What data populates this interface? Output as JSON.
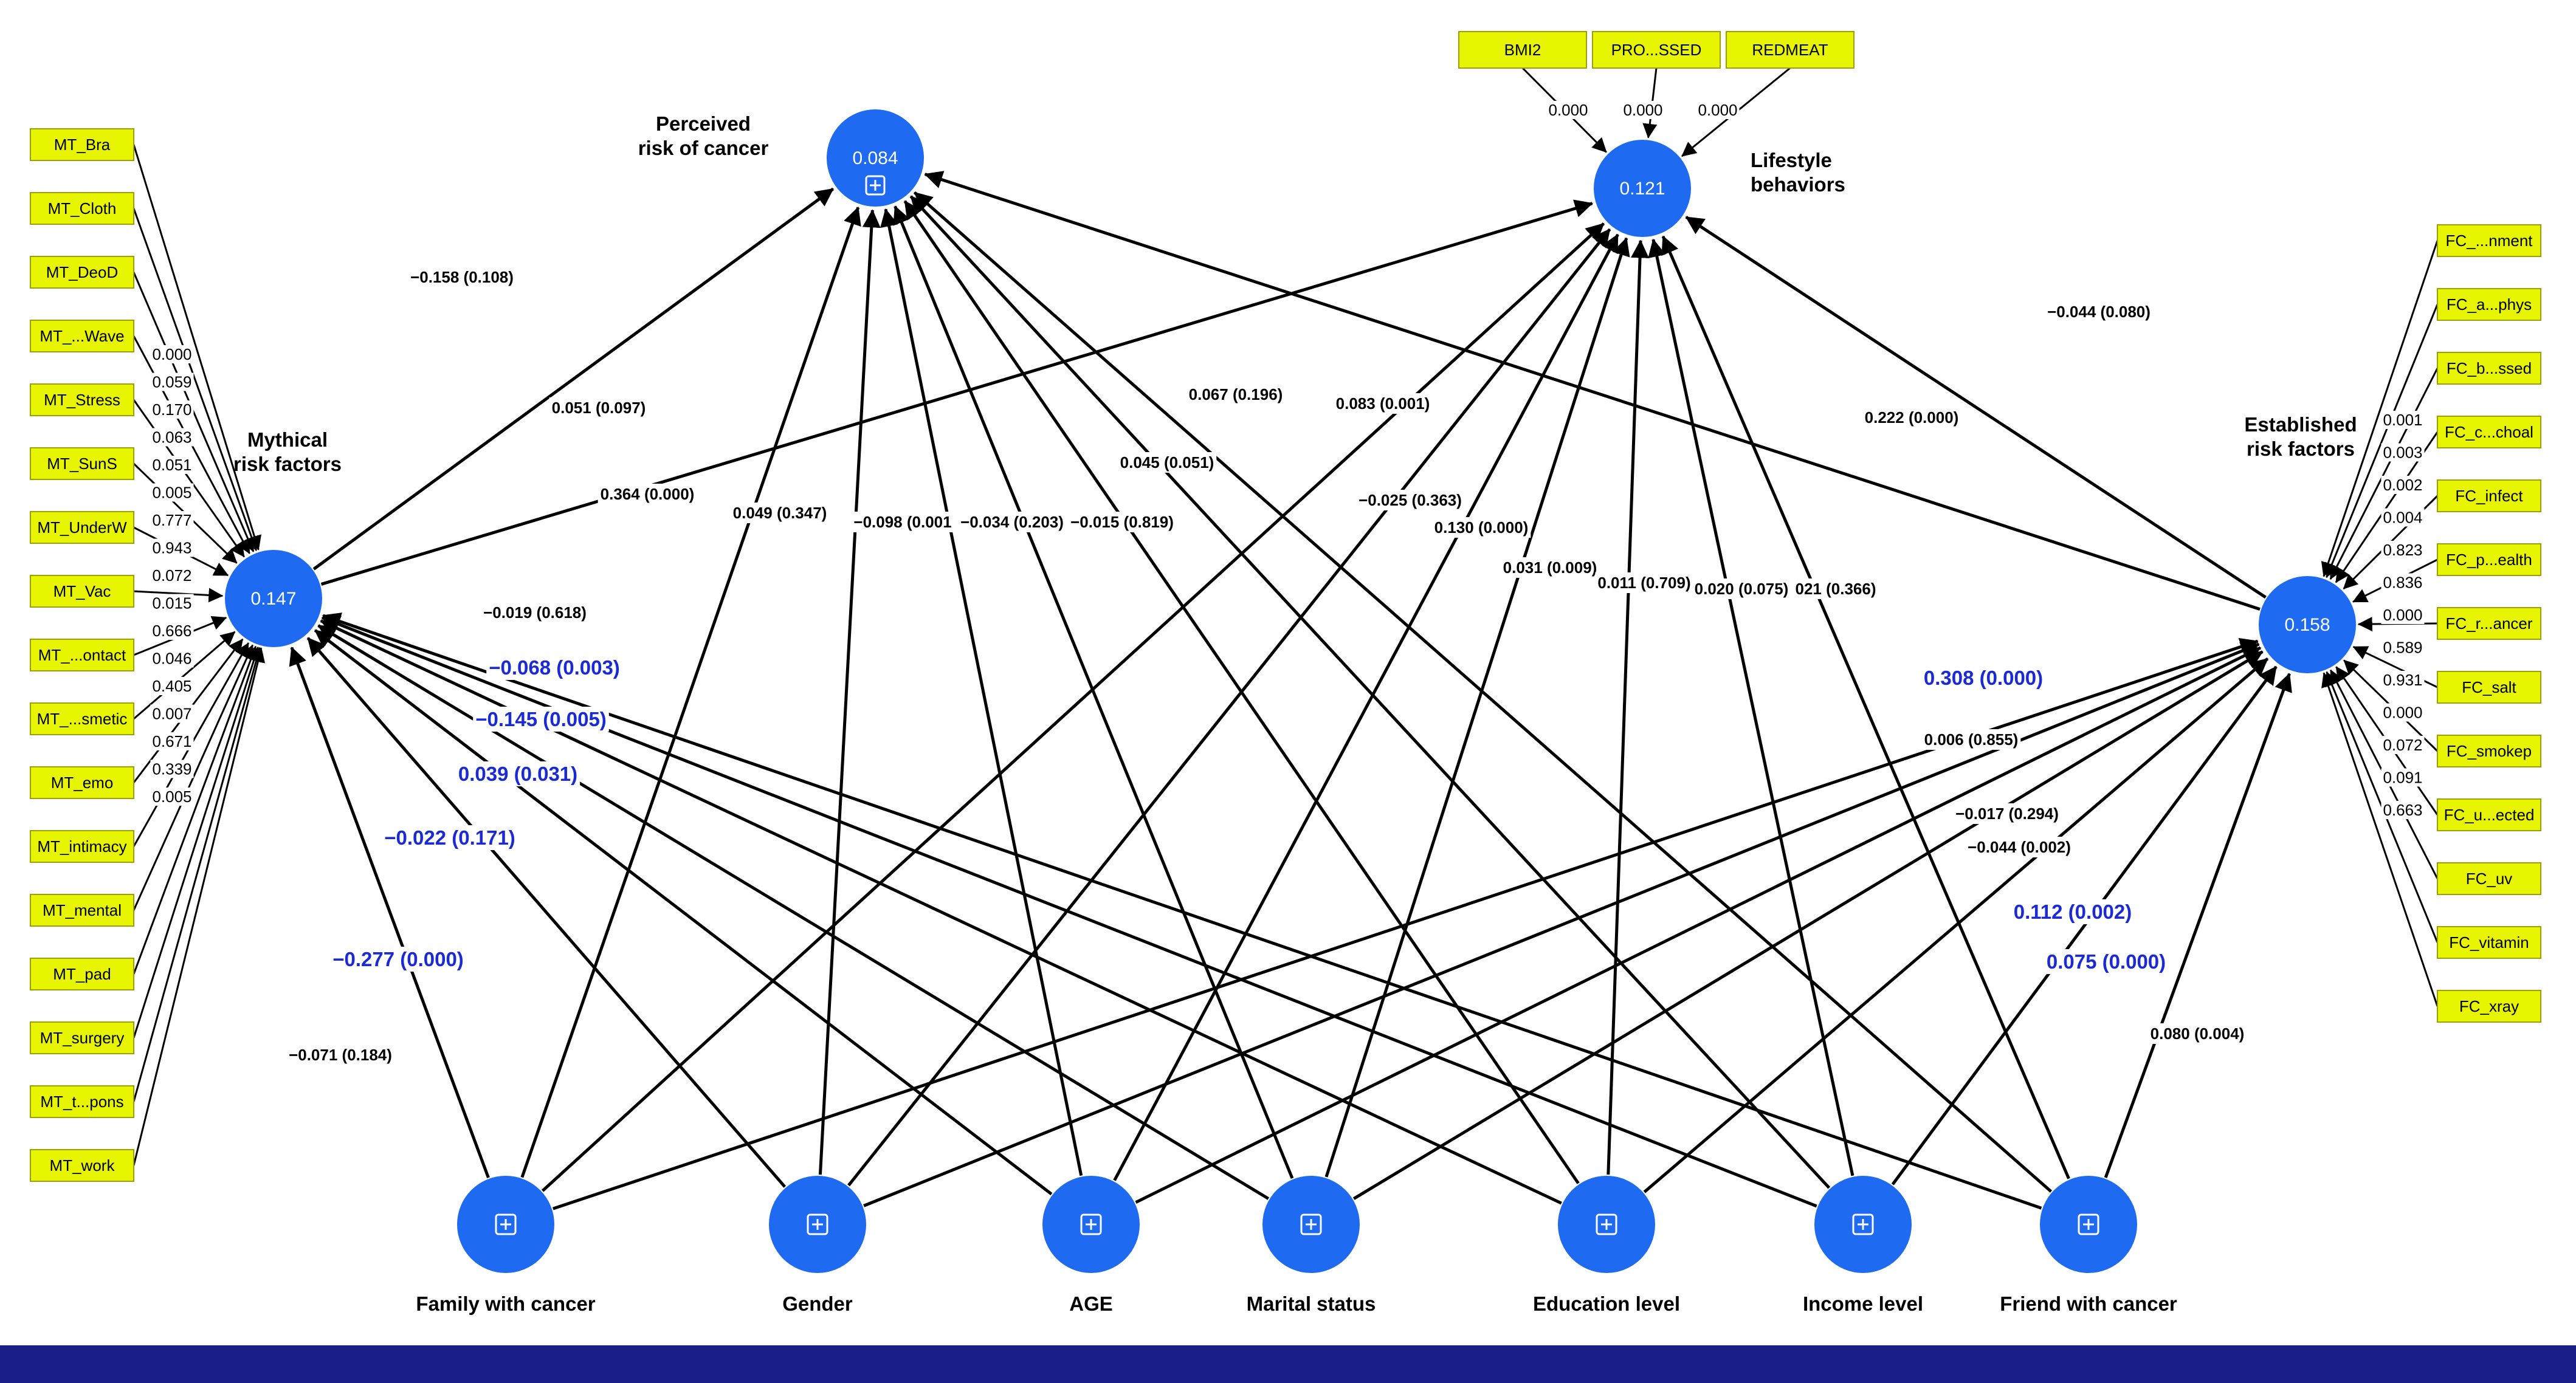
{
  "constructs": {
    "mythical": {
      "label_line1": "Mythical",
      "label_line2": "risk factors",
      "value": "0.147"
    },
    "perceived": {
      "label_line1": "Perceived",
      "label_line2": "risk of cancer",
      "value": "0.084"
    },
    "lifestyle": {
      "label_line1": "Lifestyle",
      "label_line2": "behaviors",
      "value": "0.121"
    },
    "established": {
      "label_line1": "Established",
      "label_line2": "risk factors",
      "value": "0.158"
    }
  },
  "demographics": [
    {
      "id": "family",
      "label": "Family with cancer"
    },
    {
      "id": "gender",
      "label": "Gender"
    },
    {
      "id": "age",
      "label": "AGE"
    },
    {
      "id": "marital",
      "label": "Marital status"
    },
    {
      "id": "education",
      "label": "Education level"
    },
    {
      "id": "income",
      "label": "Income level"
    },
    {
      "id": "friend",
      "label": "Friend with cancer"
    }
  ],
  "mt_indicators": [
    {
      "label": "MT_Bra",
      "loading": "0.000"
    },
    {
      "label": "MT_Cloth",
      "loading": "0.059"
    },
    {
      "label": "MT_DeoD",
      "loading": "0.170"
    },
    {
      "label": "MT_...Wave",
      "loading": "0.063"
    },
    {
      "label": "MT_Stress",
      "loading": "0.051"
    },
    {
      "label": "MT_SunS",
      "loading": "0.005"
    },
    {
      "label": "MT_UnderW",
      "loading": "0.777"
    },
    {
      "label": "MT_Vac",
      "loading": "0.943"
    },
    {
      "label": "MT_...ontact",
      "loading": "0.072"
    },
    {
      "label": "MT_...smetic",
      "loading": "0.015"
    },
    {
      "label": "MT_emo",
      "loading": "0.666"
    },
    {
      "label": "MT_intimacy",
      "loading": "0.046"
    },
    {
      "label": "MT_mental",
      "loading": "0.405"
    },
    {
      "label": "MT_pad",
      "loading": "0.007"
    },
    {
      "label": "MT_surgery",
      "loading": "0.671"
    },
    {
      "label": "MT_t...pons",
      "loading": "0.339"
    },
    {
      "label": "MT_work",
      "loading": "0.005"
    }
  ],
  "fc_indicators": [
    {
      "label": "FC_...nment",
      "loading": "0.001"
    },
    {
      "label": "FC_a...phys",
      "loading": "0.003"
    },
    {
      "label": "FC_b...ssed",
      "loading": "0.002"
    },
    {
      "label": "FC_c...choal",
      "loading": "0.004"
    },
    {
      "label": "FC_infect",
      "loading": "0.823"
    },
    {
      "label": "FC_p...ealth",
      "loading": "0.836"
    },
    {
      "label": "FC_r...ancer",
      "loading": "0.000"
    },
    {
      "label": "FC_salt",
      "loading": "0.589"
    },
    {
      "label": "FC_smokep",
      "loading": "0.931"
    },
    {
      "label": "FC_u...ected",
      "loading": "0.000"
    },
    {
      "label": "FC_uv",
      "loading": "0.072"
    },
    {
      "label": "FC_vitamin",
      "loading": "0.091"
    },
    {
      "label": "FC_xray",
      "loading": "0.663"
    }
  ],
  "ls_indicators": [
    {
      "label": "BMI2",
      "loading": "0.000"
    },
    {
      "label": "PRO...SSED",
      "loading": "0.000"
    },
    {
      "label": "REDMEAT",
      "loading": "0.000"
    }
  ],
  "paths": [
    {
      "from": "mythical",
      "to": "perceived",
      "label": "−0.158 (0.108)",
      "style": "black"
    },
    {
      "from": "mythical",
      "to": "lifestyle",
      "label": "0.051 (0.097)",
      "style": "black"
    },
    {
      "from": "established",
      "to": "lifestyle",
      "label": "−0.044 (0.080)",
      "style": "black"
    },
    {
      "from": "established",
      "to": "perceived",
      "label": "0.222 (0.000)",
      "style": "black"
    },
    {
      "from": "family",
      "to": "perceived",
      "label": "0.364 (0.000)",
      "style": "black"
    },
    {
      "from": "gender",
      "to": "perceived",
      "label": "0.049 (0.347)",
      "style": "black"
    },
    {
      "from": "age",
      "to": "perceived",
      "label": "−0.098 (0.001",
      "style": "black"
    },
    {
      "from": "marital",
      "to": "perceived",
      "label": "−0.034 (0.203)",
      "style": "black"
    },
    {
      "from": "education",
      "to": "perceived",
      "label": "−0.015 (0.819)",
      "style": "black"
    },
    {
      "from": "income",
      "to": "perceived",
      "label": "0.045 (0.051)",
      "style": "black"
    },
    {
      "from": "friend",
      "to": "perceived",
      "label": "0.067 (0.196)",
      "style": "black"
    },
    {
      "from": "family",
      "to": "lifestyle",
      "label": "0.083 (0.001)",
      "style": "black"
    },
    {
      "from": "gender",
      "to": "lifestyle",
      "label": "−0.025 (0.363)",
      "style": "black"
    },
    {
      "from": "age",
      "to": "lifestyle",
      "label": "0.130 (0.000)",
      "style": "black"
    },
    {
      "from": "marital",
      "to": "lifestyle",
      "label": "0.031 (0.009)",
      "style": "black"
    },
    {
      "from": "education",
      "to": "lifestyle",
      "label": "0.011 (0.709)",
      "style": "black"
    },
    {
      "from": "income",
      "to": "lifestyle",
      "label": "0.020 (0.075)",
      "style": "black"
    },
    {
      "from": "friend",
      "to": "lifestyle",
      "label": "021 (0.366)",
      "style": "black"
    },
    {
      "from": "family",
      "to": "mythical",
      "label": "−0.071 (0.184)",
      "style": "black"
    },
    {
      "from": "gender",
      "to": "mythical",
      "label": "−0.277 (0.000)",
      "style": "blue"
    },
    {
      "from": "age",
      "to": "mythical",
      "label": "−0.022 (0.171)",
      "style": "blue"
    },
    {
      "from": "marital",
      "to": "mythical",
      "label": "0.039 (0.031)",
      "style": "blue"
    },
    {
      "from": "education",
      "to": "mythical",
      "label": "−0.145 (0.005)",
      "style": "blue"
    },
    {
      "from": "income",
      "to": "mythical",
      "label": "−0.068 (0.003)",
      "style": "blue"
    },
    {
      "from": "friend",
      "to": "mythical",
      "label": "−0.019 (0.618)",
      "style": "black"
    },
    {
      "from": "family",
      "to": "established",
      "label": "0.308 (0.000)",
      "style": "blue"
    },
    {
      "from": "gender",
      "to": "established",
      "label": "0.006 (0.855)",
      "style": "black"
    },
    {
      "from": "age",
      "to": "established",
      "label": "−0.017 (0.294)",
      "style": "black"
    },
    {
      "from": "marital",
      "to": "established",
      "label": "−0.044 (0.002)",
      "style": "black"
    },
    {
      "from": "education",
      "to": "established",
      "label": "0.112 (0.002)",
      "style": "blue"
    },
    {
      "from": "income",
      "to": "established",
      "label": "0.075 (0.000)",
      "style": "blue"
    },
    {
      "from": "friend",
      "to": "established",
      "label": "0.080 (0.004)",
      "style": "black"
    }
  ],
  "colors": {
    "node": "#1e6af0",
    "indicator_box": "#e7f500",
    "highlight_text": "#1a2ad4",
    "footer_bar": "#1a1f87"
  }
}
